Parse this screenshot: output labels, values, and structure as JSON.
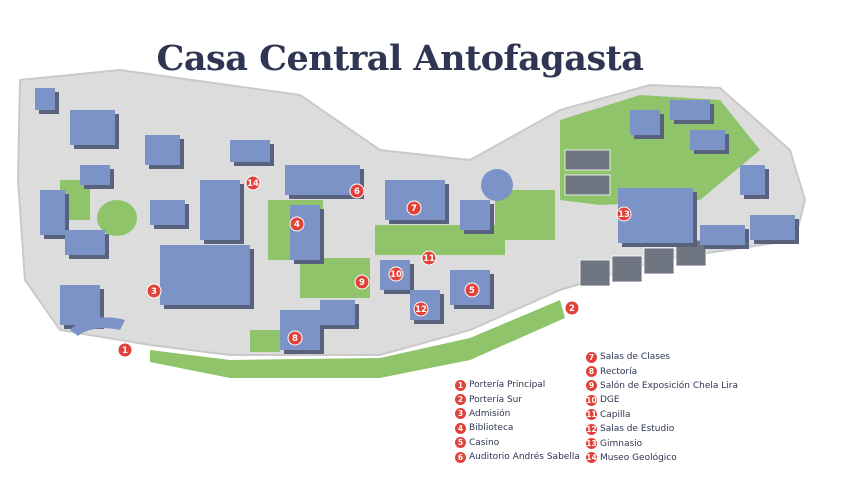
{
  "title": "Casa Central Antofagasta",
  "colors": {
    "road": "#dcdcdc",
    "road_edge": "#c9c9c9",
    "green": "#8fc46a",
    "building": "#7b93c6",
    "building_shadow": "#58627d",
    "marker": "#e0423a",
    "title": "#2f3552"
  },
  "markers": [
    {
      "num": "1"
    },
    {
      "num": "2"
    },
    {
      "num": "3"
    },
    {
      "num": "4"
    },
    {
      "num": "5"
    },
    {
      "num": "6"
    },
    {
      "num": "7"
    },
    {
      "num": "8"
    },
    {
      "num": "9"
    },
    {
      "num": "10"
    },
    {
      "num": "11"
    },
    {
      "num": "12"
    },
    {
      "num": "13"
    },
    {
      "num": "14"
    }
  ],
  "legend_left": [
    {
      "num": "1",
      "label": "Portería Principal"
    },
    {
      "num": "2",
      "label": "Portería Sur"
    },
    {
      "num": "3",
      "label": "Admisión"
    },
    {
      "num": "4",
      "label": "Biblioteca"
    },
    {
      "num": "5",
      "label": "Casino"
    },
    {
      "num": "6",
      "label": "Auditorio Andrés Sabella"
    }
  ],
  "legend_right": [
    {
      "num": "7",
      "label": "Salas de Clases"
    },
    {
      "num": "8",
      "label": "Rectoría"
    },
    {
      "num": "9",
      "label": "Salón de Exposición Chela Lira"
    },
    {
      "num": "10",
      "label": "DGE"
    },
    {
      "num": "11",
      "label": "Capilla"
    },
    {
      "num": "12",
      "label": "Salas de Estudio"
    },
    {
      "num": "13",
      "label": "Gimnasio"
    },
    {
      "num": "14",
      "label": "Museo Geológico"
    }
  ]
}
